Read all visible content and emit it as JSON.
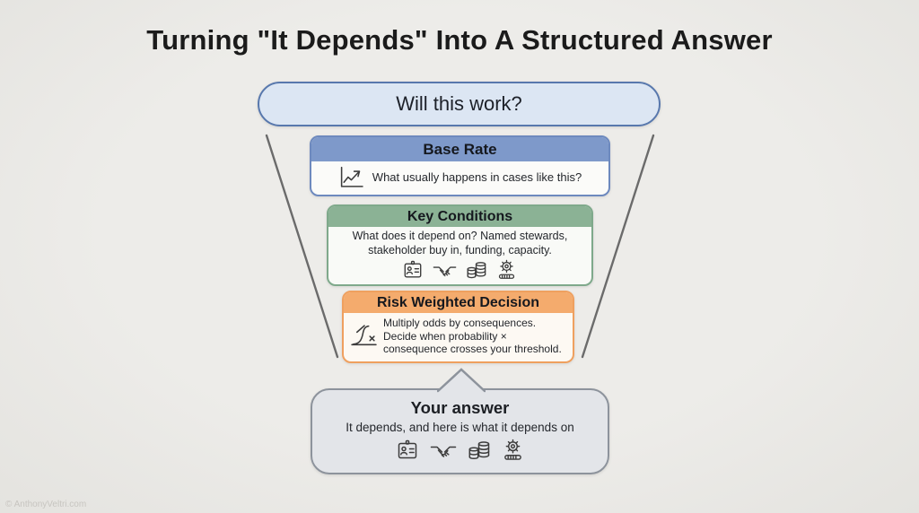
{
  "page": {
    "title": "Turning \"It Depends\" Into A Structured Answer",
    "watermark": "© AnthonyVeltri.com",
    "background_color": "#eae9e5"
  },
  "question": {
    "label": "Will this work?",
    "fill_color": "#dce6f3",
    "border_color": "#5878ad"
  },
  "funnel": {
    "line_color": "#6b6b6b",
    "steps": [
      {
        "title": "Base Rate",
        "body": "What usually happens in cases like this?",
        "icon": "trend-chart-icon",
        "header_color": "#7e99ca",
        "border_color": "#6d89be"
      },
      {
        "title": "Key Conditions",
        "body": "What does it depend on? Named stewards, stakeholder buy in, funding, capacity.",
        "icons": [
          "id-badge-icon",
          "handshake-icon",
          "coins-icon",
          "gear-progress-icon"
        ],
        "header_color": "#8bb295",
        "border_color": "#7fa98b"
      },
      {
        "title": "Risk Weighted Decision",
        "body": "Multiply odds by consequences. Decide when probability × consequence crosses your threshold.",
        "icon": "risk-curve-icon",
        "header_color": "#f4ab6d",
        "border_color": "#efa05f"
      }
    ]
  },
  "answer": {
    "title": "Your answer",
    "body": "It depends, and here is what it depends on",
    "icons": [
      "id-badge-icon",
      "handshake-icon",
      "coins-icon",
      "gear-progress-icon"
    ],
    "fill_color": "#e3e5e9",
    "border_color": "#8d939c"
  },
  "icon_glyphs": {
    "trend-chart-icon": "axes with rising zigzag arrow",
    "id-badge-icon": "ID card with person and text lines",
    "handshake-icon": "two hands shaking",
    "coins-icon": "two stacks of coins",
    "gear-progress-icon": "gear above progress bar",
    "risk-curve-icon": "probability curve with multiplication sign"
  }
}
